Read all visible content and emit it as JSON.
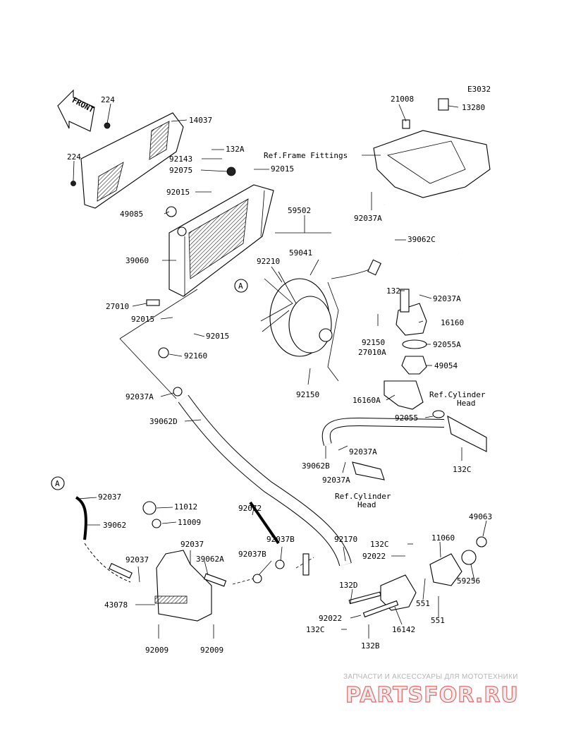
{
  "diagram": {
    "code": "E3032",
    "front_label": "FRONT",
    "circle_ref": "A",
    "ref_frame": "Ref.Frame Fittings",
    "ref_cyl_1": [
      "Ref.Cylinder",
      "Head"
    ],
    "ref_cyl_2": [
      "Ref.Cylinder",
      "Head"
    ],
    "labels": {
      "l224a": "224",
      "l224b": "224",
      "l14037": "14037",
      "l132A": "132A",
      "l92143": "92143",
      "l92075": "92075",
      "l92015a": "92015",
      "l92015b": "92015",
      "l92015c": "92015",
      "l92015d": "92015",
      "l49085": "49085",
      "l39060": "39060",
      "l27010": "27010",
      "l92160": "92160",
      "l59502": "59502",
      "l59041": "59041",
      "l92210": "92210",
      "l21008": "21008",
      "l13280": "13280",
      "l92037Aa": "92037A",
      "l39062C": "39062C",
      "l132": "132",
      "l92037Ab": "92037A",
      "l16160": "16160",
      "l92150a": "92150",
      "l27010A": "27010A",
      "l92055A": "92055A",
      "l49054": "49054",
      "l92150b": "92150",
      "l16160A": "16160A",
      "l92055": "92055",
      "l92037Ac": "92037A",
      "l39062D": "39062D",
      "l39062B": "39062B",
      "l92037Ad": "92037A",
      "l92037Ae": "92037A",
      "l132C": "132C",
      "l92037a": "92037",
      "l39062": "39062",
      "l11012": "11012",
      "l11009": "11009",
      "l92072": "92072",
      "l92037b": "92037",
      "l39062A": "39062A",
      "l92037B": "92037B",
      "l92037Bb": "92037B",
      "l92037c": "92037",
      "l43078": "43078",
      "l92009a": "92009",
      "l92009b": "92009",
      "l92170": "92170",
      "l132Cb": "132C",
      "l92022a": "92022",
      "l132D": "132D",
      "l92022b": "92022",
      "l132Cc": "132C",
      "l132B": "132B",
      "l16142": "16142",
      "l49063": "49063",
      "l11060": "11060",
      "l59256": "59256",
      "l551a": "551",
      "l551b": "551"
    }
  },
  "watermark": {
    "subtitle": "ЗАПЧАСТИ И АКСЕССУАРЫ ДЛЯ МОТОТЕХНИКИ",
    "brand": "PARTSFOR.RU"
  }
}
